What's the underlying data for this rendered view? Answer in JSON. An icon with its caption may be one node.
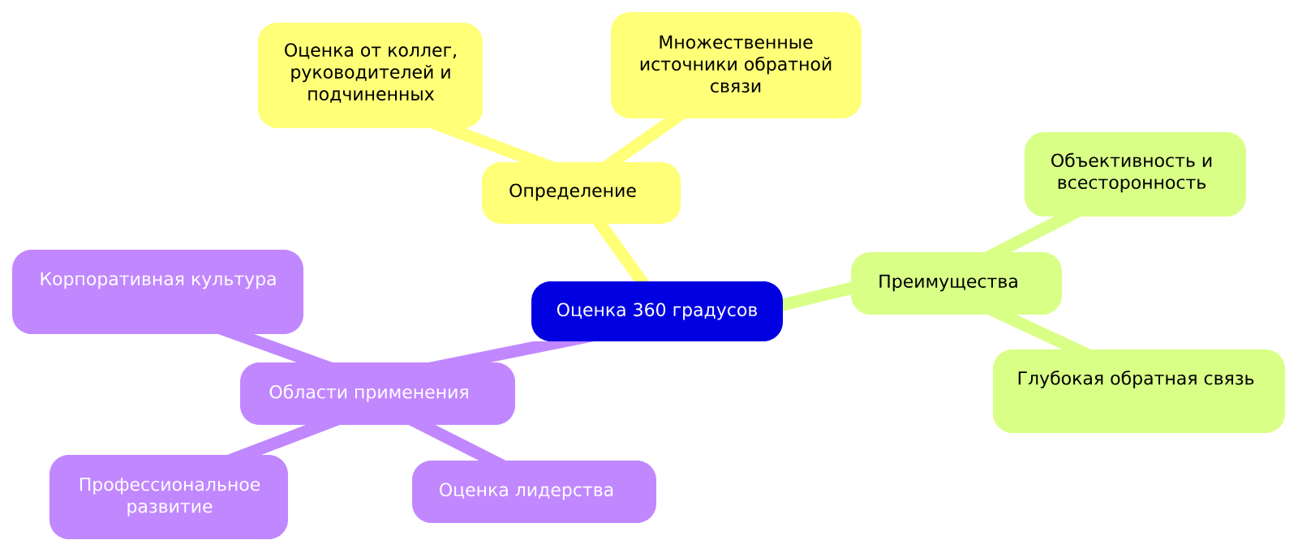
{
  "diagram": {
    "nodes": [
      {
        "text": [
          "Оценка 360 градусов"
        ]
      },
      {
        "text": [
          "Определение"
        ]
      },
      {
        "text": [
          "Оценка от коллег, руководителей и подчиненных"
        ]
      },
      {
        "text": [
          "Множественные источники обратной связи"
        ]
      },
      {
        "text": [
          "Преимущества"
        ]
      },
      {
        "text": [
          "Объективность и всесторонность"
        ]
      },
      {
        "text": [
          "Глубокая обратная связь"
        ]
      },
      {
        "text": [
          "Области применения"
        ]
      },
      {
        "text": [
          "Корпоративная культура"
        ]
      },
      {
        "text": [
          "Профессиональное развитие"
        ]
      },
      {
        "text": [
          "Оценка лидерства"
        ]
      }
    ],
    "edges": [
      {
        "from": 0,
        "to": 1,
        "arrow": "none",
        "color": "#ffff78"
      },
      {
        "from": 1,
        "to": 2,
        "arrow": "none",
        "color": "#ffff78"
      },
      {
        "from": 1,
        "to": 3,
        "arrow": "none",
        "color": "#ffff78"
      },
      {
        "from": 0,
        "to": 4,
        "arrow": "none",
        "color": "#d9ff87"
      },
      {
        "from": 4,
        "to": 5,
        "arrow": "none",
        "color": "#d9ff87"
      },
      {
        "from": 4,
        "to": 6,
        "arrow": "none",
        "color": "#d9ff87"
      },
      {
        "from": 0,
        "to": 7,
        "arrow": "none",
        "color": "#c187ff"
      },
      {
        "from": 7,
        "to": 8,
        "arrow": "none",
        "color": "#c187ff"
      },
      {
        "from": 7,
        "to": 9,
        "arrow": "none",
        "color": "#c187ff"
      },
      {
        "from": 7,
        "to": 10,
        "arrow": "none",
        "color": "#c187ff"
      }
    ]
  }
}
